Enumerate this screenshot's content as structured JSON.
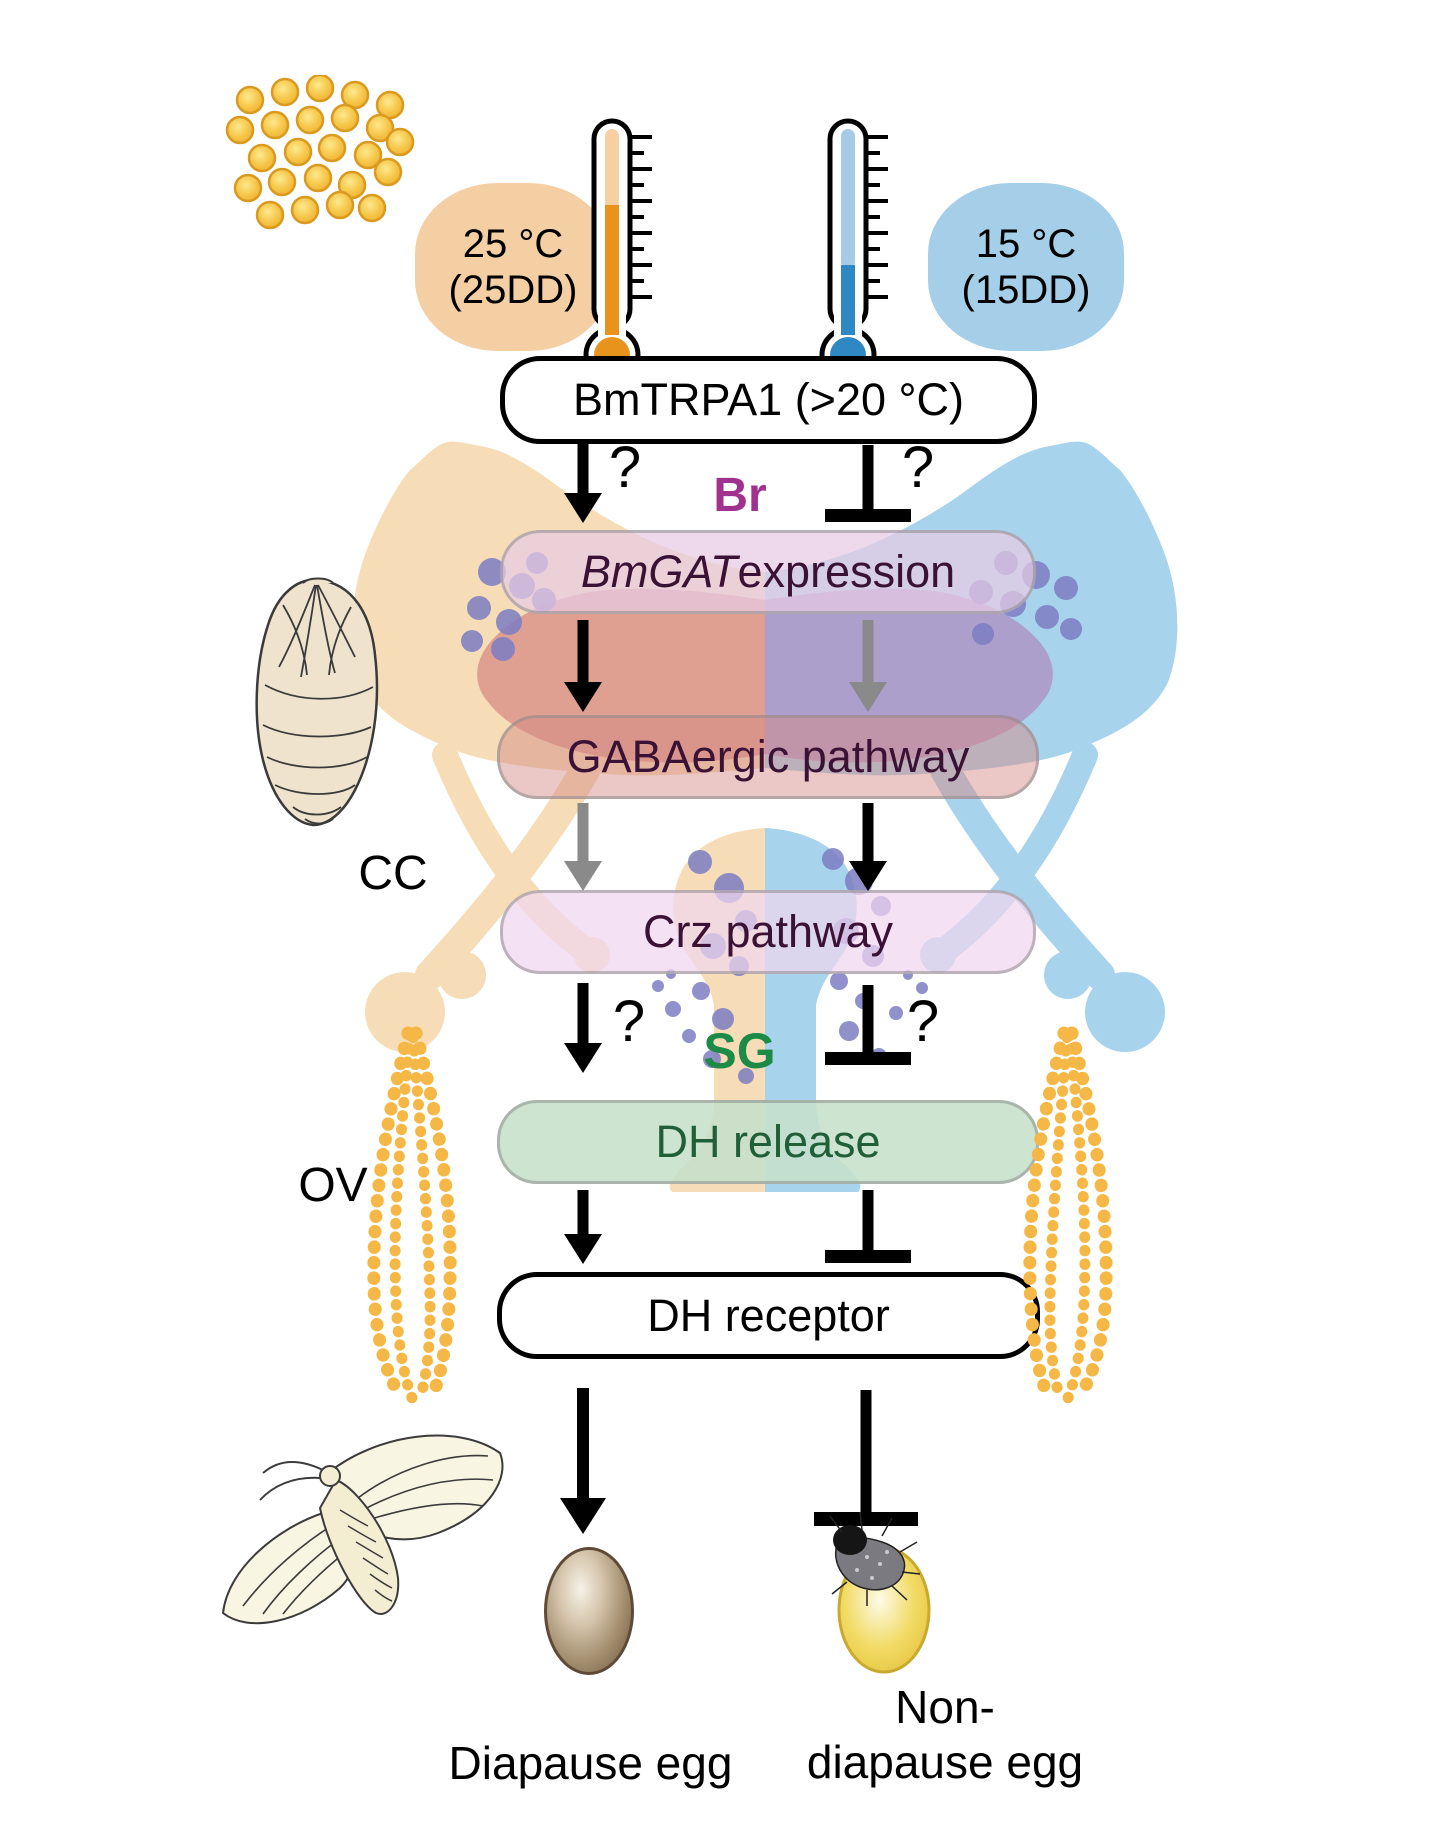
{
  "conditions": {
    "warm": {
      "temperature": "25 °C",
      "code": "(25DD)"
    },
    "cold": {
      "temperature": "15 °C",
      "code": "(15DD)"
    }
  },
  "pathway": {
    "sensor": "BmTRPA1 (>20 °C)",
    "gene": "BmGAT",
    "gene_suffix": " expression",
    "gaba": "GABAergic pathway",
    "crz": "Crz pathway",
    "dh_release": "DH release",
    "dh_receptor": "DH receptor"
  },
  "anatomy": {
    "brain_abbr": "Br",
    "corpora_cardiaca_abbr": "CC",
    "suboesophageal_ganglion_abbr": "SG",
    "ovary_abbr": "OV"
  },
  "uncertainty": "?",
  "outcomes": {
    "diapause": "Diapause egg",
    "non_diapause_line1": "Non-",
    "non_diapause_line2": "diapause egg"
  },
  "icons": {
    "egg_cluster": "silkworm-eggs",
    "thermometer_warm": "thermometer-high",
    "thermometer_cold": "thermometer-low",
    "pupa": "silkworm-pupa",
    "moth": "silkmoth",
    "ovary": "ovarioles",
    "diapause_egg": "dark-diapause-egg",
    "non_diapause_egg": "hatching-egg-with-larva"
  },
  "colors": {
    "warm_accent": "#E8941C",
    "cold_accent": "#2F87C3",
    "warm_blob": "#F3CFA3",
    "cold_blob": "#A5CEE8",
    "brain_warm": "#F6DDB8",
    "brain_cold": "#A8D3EC",
    "brain_warm_inner": "#DFA091",
    "brain_cold_inner": "#AC9FCB",
    "neuron": "#7D7DC3",
    "arrow_gray": "#8A8A8A",
    "br_label": "#A0318F",
    "sg_label": "#1D8A47",
    "dh_text": "#215F38",
    "pathway_text": "#3A1235",
    "egg_gold": "#F6C84C",
    "diapause_egg_brown": "#8A7356",
    "non_diapause_yellow": "#F2DB66"
  }
}
